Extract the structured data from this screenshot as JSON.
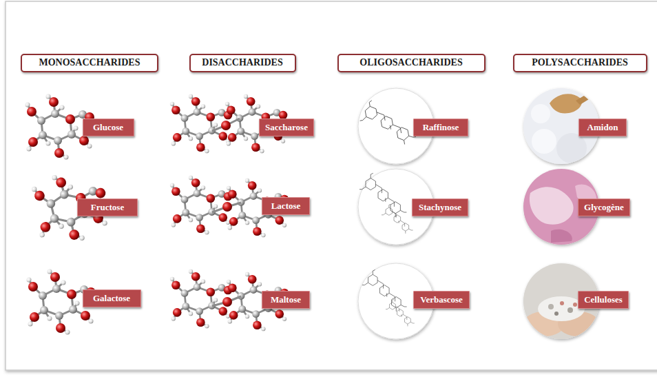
{
  "diagram": {
    "nodes": [
      {
        "text": [
          "MONOSACCHARIDES"
        ]
      },
      {
        "text": [
          "DISACCHARIDES"
        ]
      },
      {
        "text": [
          "OLIGOSACCHARIDES"
        ]
      },
      {
        "text": [
          "POLYSACCHARIDES"
        ]
      },
      {
        "text": [
          "Glucose"
        ]
      },
      {
        "text": [
          "Saccharose"
        ]
      },
      {
        "text": [
          "Raffinose"
        ]
      },
      {
        "text": [
          "Amidon"
        ]
      },
      {
        "text": [
          "Fructose"
        ]
      },
      {
        "text": [
          "Lactose"
        ]
      },
      {
        "text": [
          "Stachynose"
        ]
      },
      {
        "text": [
          "Glycogène"
        ]
      },
      {
        "text": [
          "Galactose"
        ]
      },
      {
        "text": [
          "Maltose"
        ]
      },
      {
        "text": [
          "Verbascose"
        ]
      },
      {
        "text": [
          "Celluloses"
        ]
      }
    ]
  }
}
